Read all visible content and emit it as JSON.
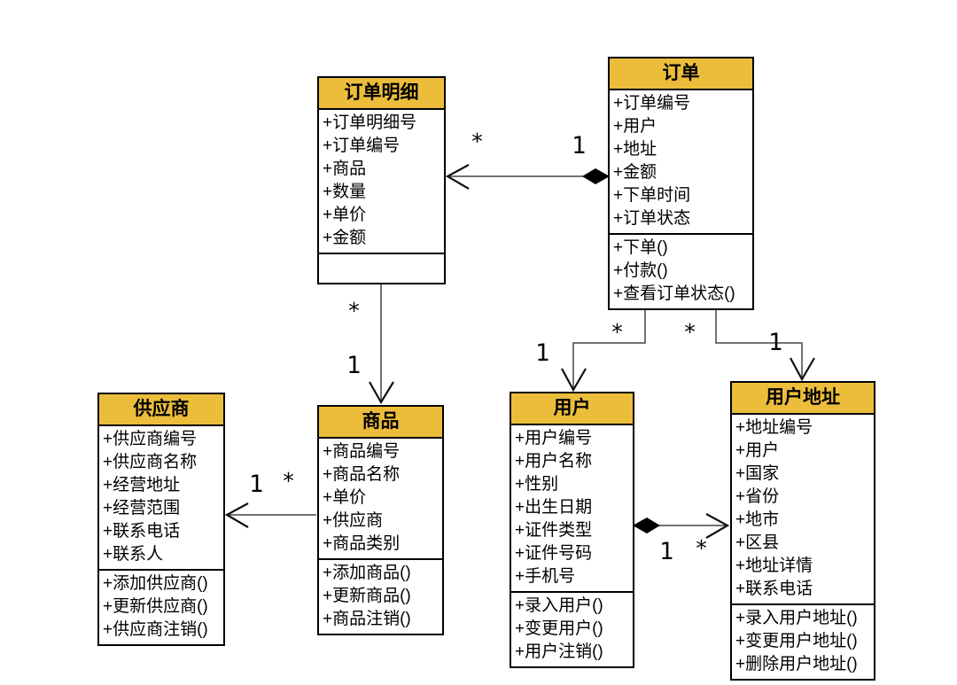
{
  "diagram": {
    "type": "uml-class-diagram",
    "colors": {
      "header_fill": "#EBBD3B",
      "border": "#000000",
      "background": "#FFFFFF"
    },
    "classes": [
      {
        "id": "order-detail",
        "title": "订单明细",
        "attributes": [
          "+订单明细号",
          "+订单编号",
          "+商品",
          "+数量",
          "+单价",
          "+金额"
        ],
        "methods": []
      },
      {
        "id": "order",
        "title": "订单",
        "attributes": [
          "+订单编号",
          "+用户",
          "+地址",
          "+金额",
          "+下单时间",
          "+订单状态"
        ],
        "methods": [
          "+下单()",
          "+付款()",
          "+查看订单状态()"
        ]
      },
      {
        "id": "supplier",
        "title": "供应商",
        "attributes": [
          "+供应商编号",
          "+供应商名称",
          "+经营地址",
          "+经营范围",
          "+联系电话",
          "+联系人"
        ],
        "methods": [
          "+添加供应商()",
          "+更新供应商()",
          "+供应商注销()"
        ]
      },
      {
        "id": "product",
        "title": "商品",
        "attributes": [
          "+商品编号",
          "+商品名称",
          "+单价",
          "+供应商",
          "+商品类别"
        ],
        "methods": [
          "+添加商品()",
          "+更新商品()",
          "+商品注销()"
        ]
      },
      {
        "id": "user",
        "title": "用户",
        "attributes": [
          "+用户编号",
          "+用户名称",
          "+性别",
          "+出生日期",
          "+证件类型",
          "+证件号码",
          "+手机号"
        ],
        "methods": [
          "+录入用户()",
          "+变更用户()",
          "+用户注销()"
        ]
      },
      {
        "id": "user-address",
        "title": "用户地址",
        "attributes": [
          "+地址编号",
          "+用户",
          "+国家",
          "+省份",
          "+地市",
          "+区县",
          "+地址详情",
          "+联系电话"
        ],
        "methods": [
          "+录入用户地址()",
          "+变更用户地址()",
          "+删除用户地址()"
        ]
      }
    ],
    "relationships": [
      {
        "from": "订单",
        "to": "订单明细",
        "type": "composition-arrow",
        "from_label": "1",
        "to_label": "*"
      },
      {
        "from": "订单明细",
        "to": "商品",
        "type": "association-arrow",
        "from_label": "*",
        "to_label": "1"
      },
      {
        "from": "商品",
        "to": "供应商",
        "type": "association-arrow",
        "from_label": "*",
        "to_label": "1"
      },
      {
        "from": "订单",
        "to": "用户",
        "type": "association-arrow",
        "from_label": "*",
        "to_label": "1"
      },
      {
        "from": "订单",
        "to": "用户地址",
        "type": "association-arrow",
        "from_label": "*",
        "to_label": "1"
      },
      {
        "from": "用户",
        "to": "用户地址",
        "type": "composition-arrow",
        "from_label": "1",
        "to_label": "*"
      }
    ]
  }
}
